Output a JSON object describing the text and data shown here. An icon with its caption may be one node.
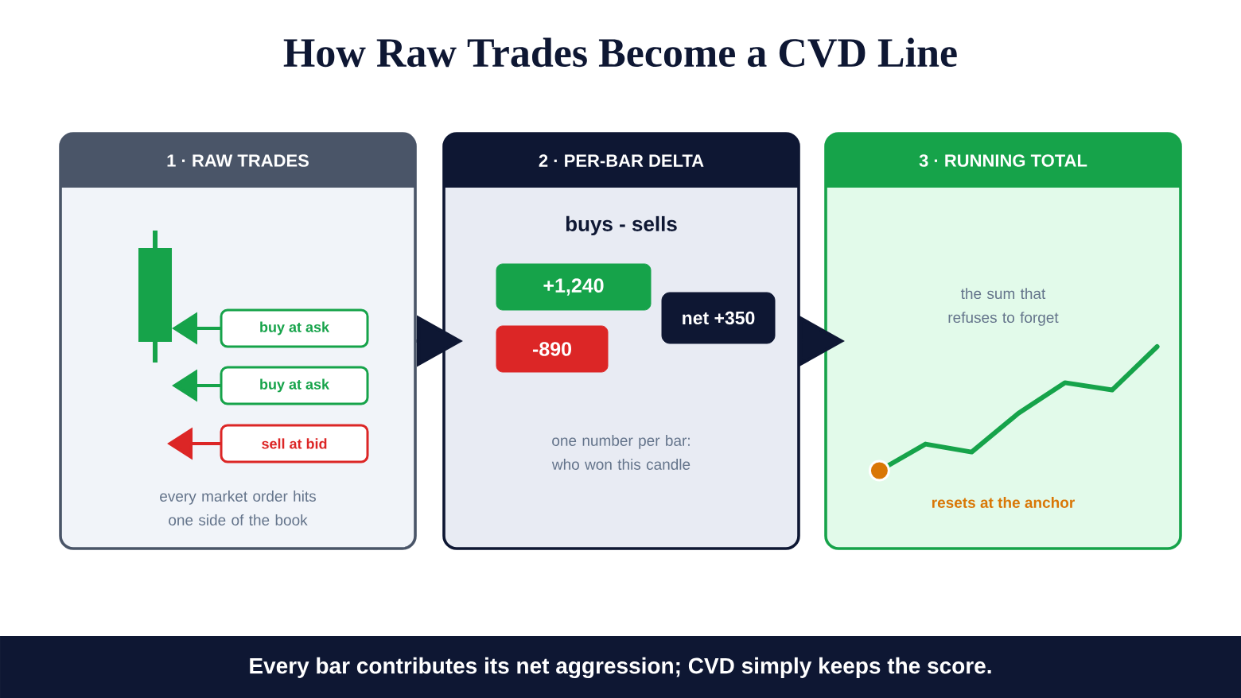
{
  "diagram": {
    "title": "How Raw Trades Become a CVD Line",
    "nodes": [
      {
        "text": [
          "1 · RAW TRADES",
          "every market order hits one side of the book"
        ]
      },
      {
        "text": [],
        "shape": "bar",
        "in": 0
      },
      {
        "text": [
          "buy at ask"
        ],
        "in": 0
      },
      {
        "text": [
          "buy at ask"
        ],
        "in": 0
      },
      {
        "text": [
          "sell at bid"
        ],
        "in": 0
      },
      {
        "text": [
          "2 · PER-BAR DELTA",
          "buys - sells",
          "one number per bar: who won this candle"
        ]
      },
      {
        "text": [
          "+1,240"
        ],
        "in": 5
      },
      {
        "text": [
          "-890"
        ],
        "in": 5
      },
      {
        "text": [
          "net +350"
        ],
        "in": 5
      },
      {
        "text": [
          "3 · RUNNING TOTAL",
          "the sum that refuses to forget",
          "resets at the anchor"
        ]
      }
    ],
    "edges": [
      {
        "from": 0,
        "to": 5,
        "arrow": "to"
      },
      {
        "from": 5,
        "to": 9,
        "arrow": "to"
      },
      {
        "from": 2,
        "to": 1,
        "arrow": "to",
        "color": "#16a34a"
      },
      {
        "from": 3,
        "to": 1,
        "arrow": "to",
        "color": "#16a34a"
      },
      {
        "from": 4,
        "to": null,
        "arrow": "to",
        "color": "#dc2626"
      }
    ],
    "caption": "Every bar contributes its net aggression; CVD simply keeps the score."
  }
}
